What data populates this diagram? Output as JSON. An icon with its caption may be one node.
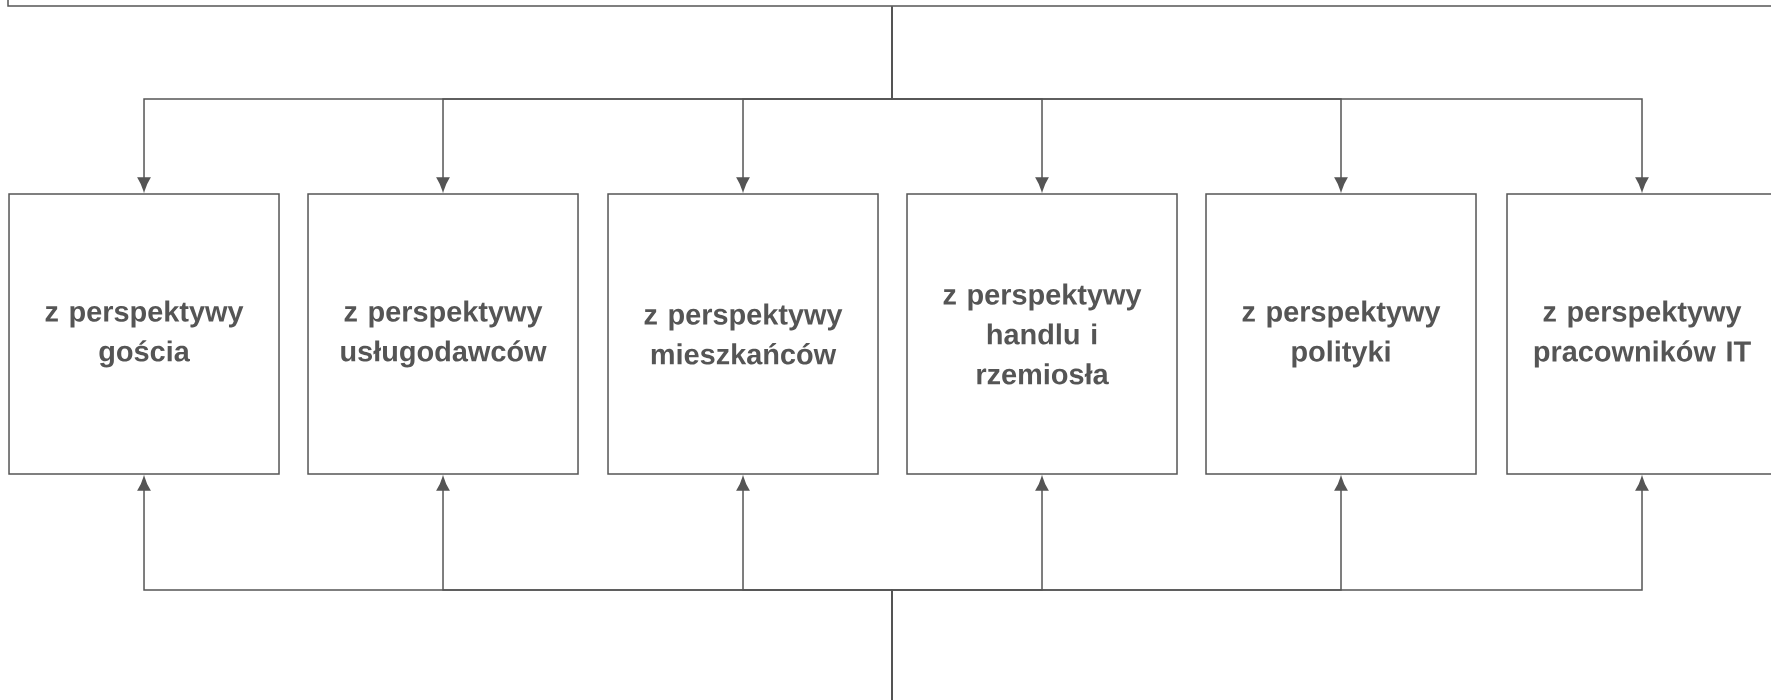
{
  "diagram": {
    "nodes": [
      {
        "text": [],
        "shape": "box"
      },
      {
        "text": [
          "z perspektywy gościa"
        ]
      },
      {
        "text": [
          "z perspektywy usługodawców"
        ]
      },
      {
        "text": [
          "z perspektywy mieszkańców"
        ]
      },
      {
        "text": [
          "z perspektywy handlu i rzemiosła"
        ]
      },
      {
        "text": [
          "z perspektywy polityki"
        ]
      },
      {
        "text": [
          "z perspektywy pracowników IT"
        ]
      }
    ],
    "edges": [
      {
        "from": 0,
        "to": 1,
        "arrow": "to"
      },
      {
        "from": 0,
        "to": 2,
        "arrow": "to"
      },
      {
        "from": 0,
        "to": 3,
        "arrow": "to"
      },
      {
        "from": 0,
        "to": 4,
        "arrow": "to"
      },
      {
        "from": 0,
        "to": 5,
        "arrow": "to"
      },
      {
        "from": 0,
        "to": 6,
        "arrow": "to"
      },
      {
        "from": null,
        "to": 1,
        "arrow": "to"
      },
      {
        "from": null,
        "to": 2,
        "arrow": "to"
      },
      {
        "from": null,
        "to": 3,
        "arrow": "to"
      },
      {
        "from": null,
        "to": 4,
        "arrow": "to"
      },
      {
        "from": null,
        "to": 5,
        "arrow": "to"
      },
      {
        "from": null,
        "to": 6,
        "arrow": "to"
      }
    ]
  }
}
